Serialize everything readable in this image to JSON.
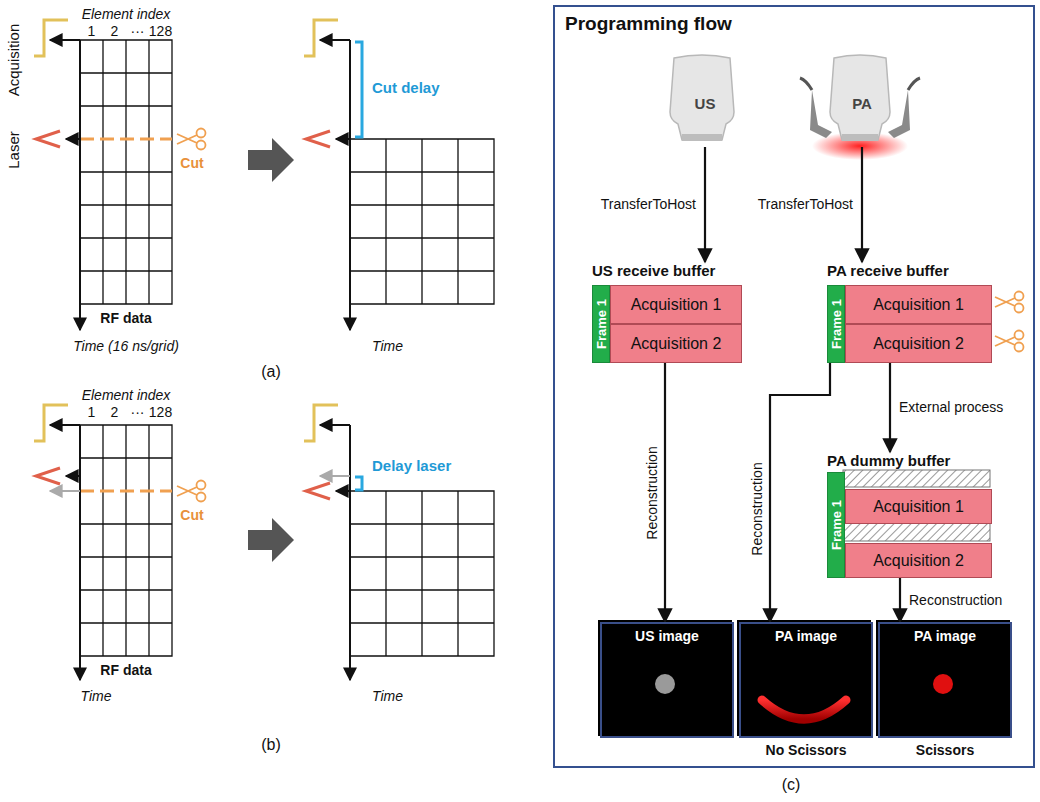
{
  "diagram": {
    "nodes": [
      {
        "text": [
          "Programming flow"
        ]
      },
      {
        "text": [
          "US"
        ],
        "in": 0
      },
      {
        "text": [
          "PA"
        ],
        "in": 0
      },
      {
        "text": [
          "US receive buffer"
        ],
        "in": 0
      },
      {
        "text": [
          "Frame 1"
        ],
        "in": 3
      },
      {
        "text": [
          "Acquisition 1"
        ],
        "in": 3
      },
      {
        "text": [
          "Acquisition 2"
        ],
        "in": 3
      },
      {
        "text": [
          "PA receive buffer"
        ],
        "in": 0
      },
      {
        "text": [
          "Frame 1"
        ],
        "in": 7
      },
      {
        "text": [
          "Acquisition 1"
        ],
        "in": 7
      },
      {
        "text": [
          "Acquisition 2"
        ],
        "in": 7
      },
      {
        "text": [
          "PA dummy buffer"
        ],
        "in": 0
      },
      {
        "text": [
          "Frame 1"
        ],
        "in": 11
      },
      {
        "text": [
          "Acquisition 1"
        ],
        "in": 11
      },
      {
        "text": [
          "Acquisition 2"
        ],
        "in": 11
      },
      {
        "text": [
          "US image"
        ],
        "in": 0
      },
      {
        "text": [
          "PA image",
          "No Scissors"
        ],
        "in": 0
      },
      {
        "text": [
          "PA image",
          "Scissors"
        ],
        "in": 0
      }
    ],
    "edges": [
      {
        "from": 1,
        "to": 3,
        "arrow": "to",
        "label": "TransferToHost"
      },
      {
        "from": 2,
        "to": 7,
        "arrow": "to",
        "label": "TransferToHost"
      },
      {
        "from": 3,
        "to": 15,
        "arrow": "to",
        "label": "Reconstruction"
      },
      {
        "from": 7,
        "to": 16,
        "arrow": "to",
        "label": "Reconstruction"
      },
      {
        "from": 7,
        "to": 11,
        "arrow": "to",
        "label": "External process"
      },
      {
        "from": 11,
        "to": 17,
        "arrow": "to",
        "label": "Reconstruction"
      }
    ],
    "labels": [
      "Acquisition",
      "Laser",
      "Element index",
      "1",
      "2",
      "···",
      "128",
      "Cut",
      "RF data",
      "Time (16 ns/grid)",
      "Cut delay",
      "Time",
      "(a)",
      "Element index",
      "1",
      "2",
      "···",
      "128",
      "Cut",
      "RF data",
      "Time",
      "Delay laser",
      "Time",
      "(b)",
      "(c)"
    ]
  }
}
